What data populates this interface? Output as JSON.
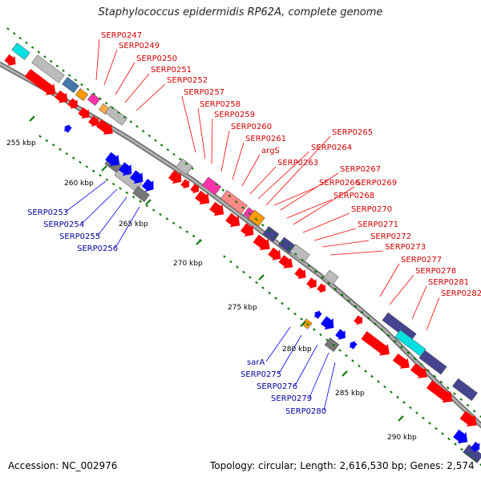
{
  "title": "Staphylococcus epidermidis RP62A, complete genome",
  "footer": {
    "accession": "Accession: NC_002976",
    "summary": "Topology: circular; Length: 2,616,530 bp; Genes: 2,574"
  },
  "colors": {
    "cds_red": "#ff0000",
    "cds_blue": "#0000ff",
    "backbone": "#999999",
    "tick": "#007700",
    "label_red": "#cc0000",
    "label_blue": "#000099",
    "cyan": "#00e0e0",
    "steel": "#4477aa",
    "purple": "#44448f",
    "orange": "#ff9900",
    "magenta": "#ff33aa",
    "pink": "#ff8888",
    "grey": "#bbbbbb",
    "dark_grey": "#777777"
  },
  "kbp_labels": [
    "255 kbp",
    "260 kbp",
    "265 kbp",
    "270 kbp",
    "275 kbp",
    "280 kbp",
    "285 kbp",
    "290 kbp"
  ],
  "forward_genes": [
    "SERP0247",
    "SERP0249",
    "SERP0250",
    "SERP0251",
    "SERP0252",
    "SERP0257",
    "SERP0258",
    "SERP0259",
    "SERP0260",
    "SERP0261",
    "argS",
    "SERP0263",
    "SERP0265",
    "SERP0264",
    "SERP0267",
    "SERP0266",
    "SERP0269",
    "SERP0268",
    "SERP0270",
    "SERP0271",
    "SERP0272",
    "SERP0273",
    "SERP0277",
    "SERP0278",
    "SERP0281",
    "SERP0282"
  ],
  "reverse_genes": [
    "SERP0253",
    "SERP0254",
    "SERP0255",
    "SERP0256",
    "sarA",
    "SERP0275",
    "SERP0276",
    "SERP0279",
    "SERP0280"
  ]
}
